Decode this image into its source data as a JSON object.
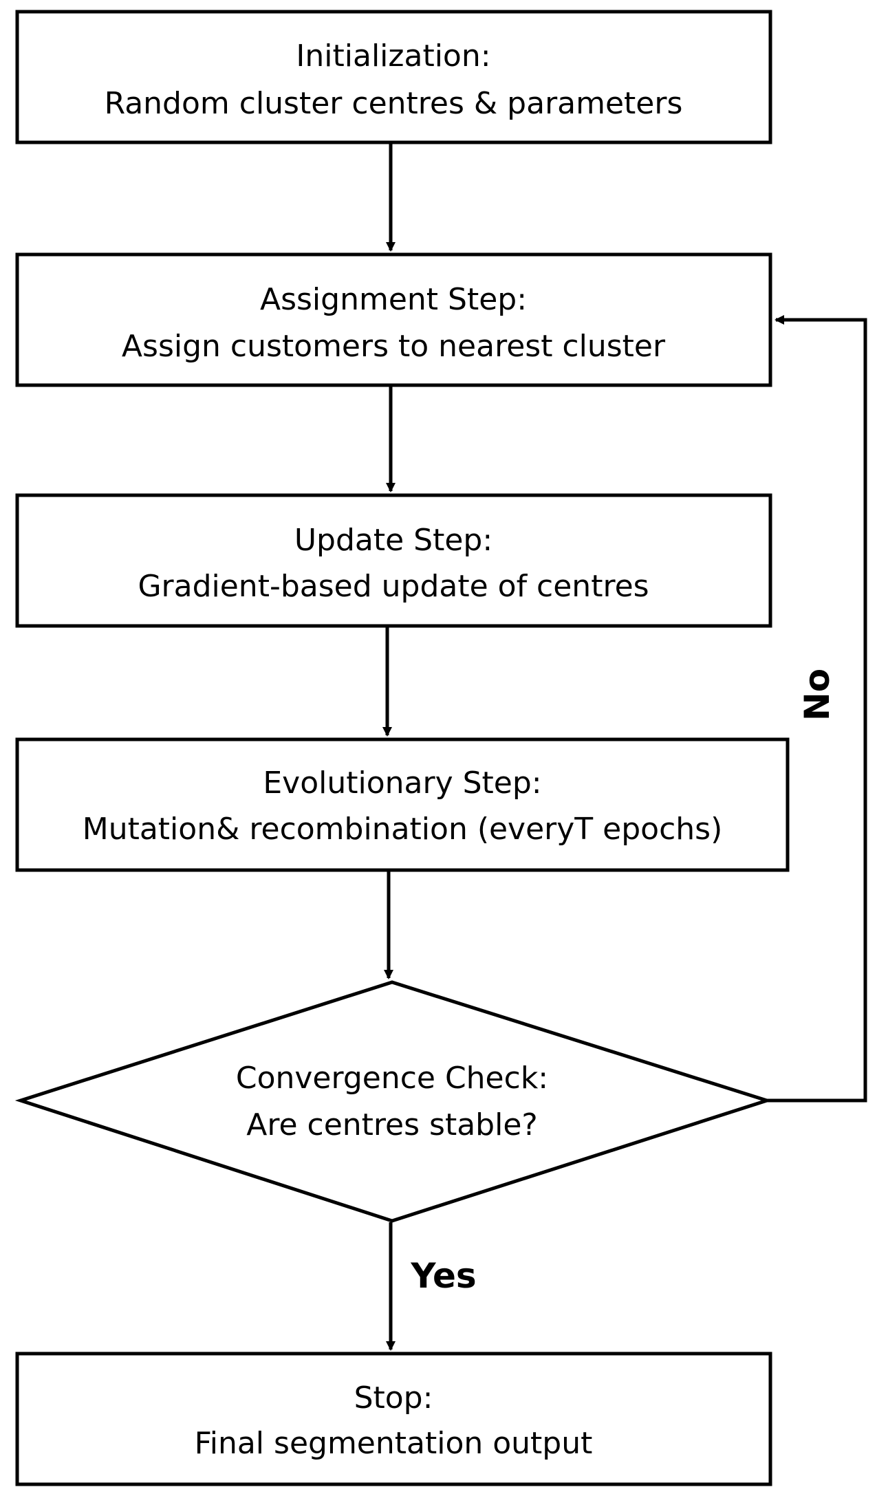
{
  "nodes": {
    "initialization": {
      "title": "Initialization:",
      "text": "Random cluster centres & parameters"
    },
    "assignment": {
      "title": "Assignment Step:",
      "text": "Assign customers to nearest cluster"
    },
    "update": {
      "title": "Update Step:",
      "text": "Gradient-based update of centres"
    },
    "evolutionary": {
      "title": "Evolutionary Step:",
      "text": "Mutation& recombination (everyT epochs)"
    },
    "convergence": {
      "title": "Convergence Check:",
      "text": "Are centres stable?"
    },
    "stop": {
      "title": "Stop:",
      "text": "Final segmentation output"
    }
  },
  "edges": {
    "no_label": "No",
    "yes_label": "Yes"
  },
  "colors": {
    "stroke": "#000000",
    "background": "#ffffff"
  }
}
